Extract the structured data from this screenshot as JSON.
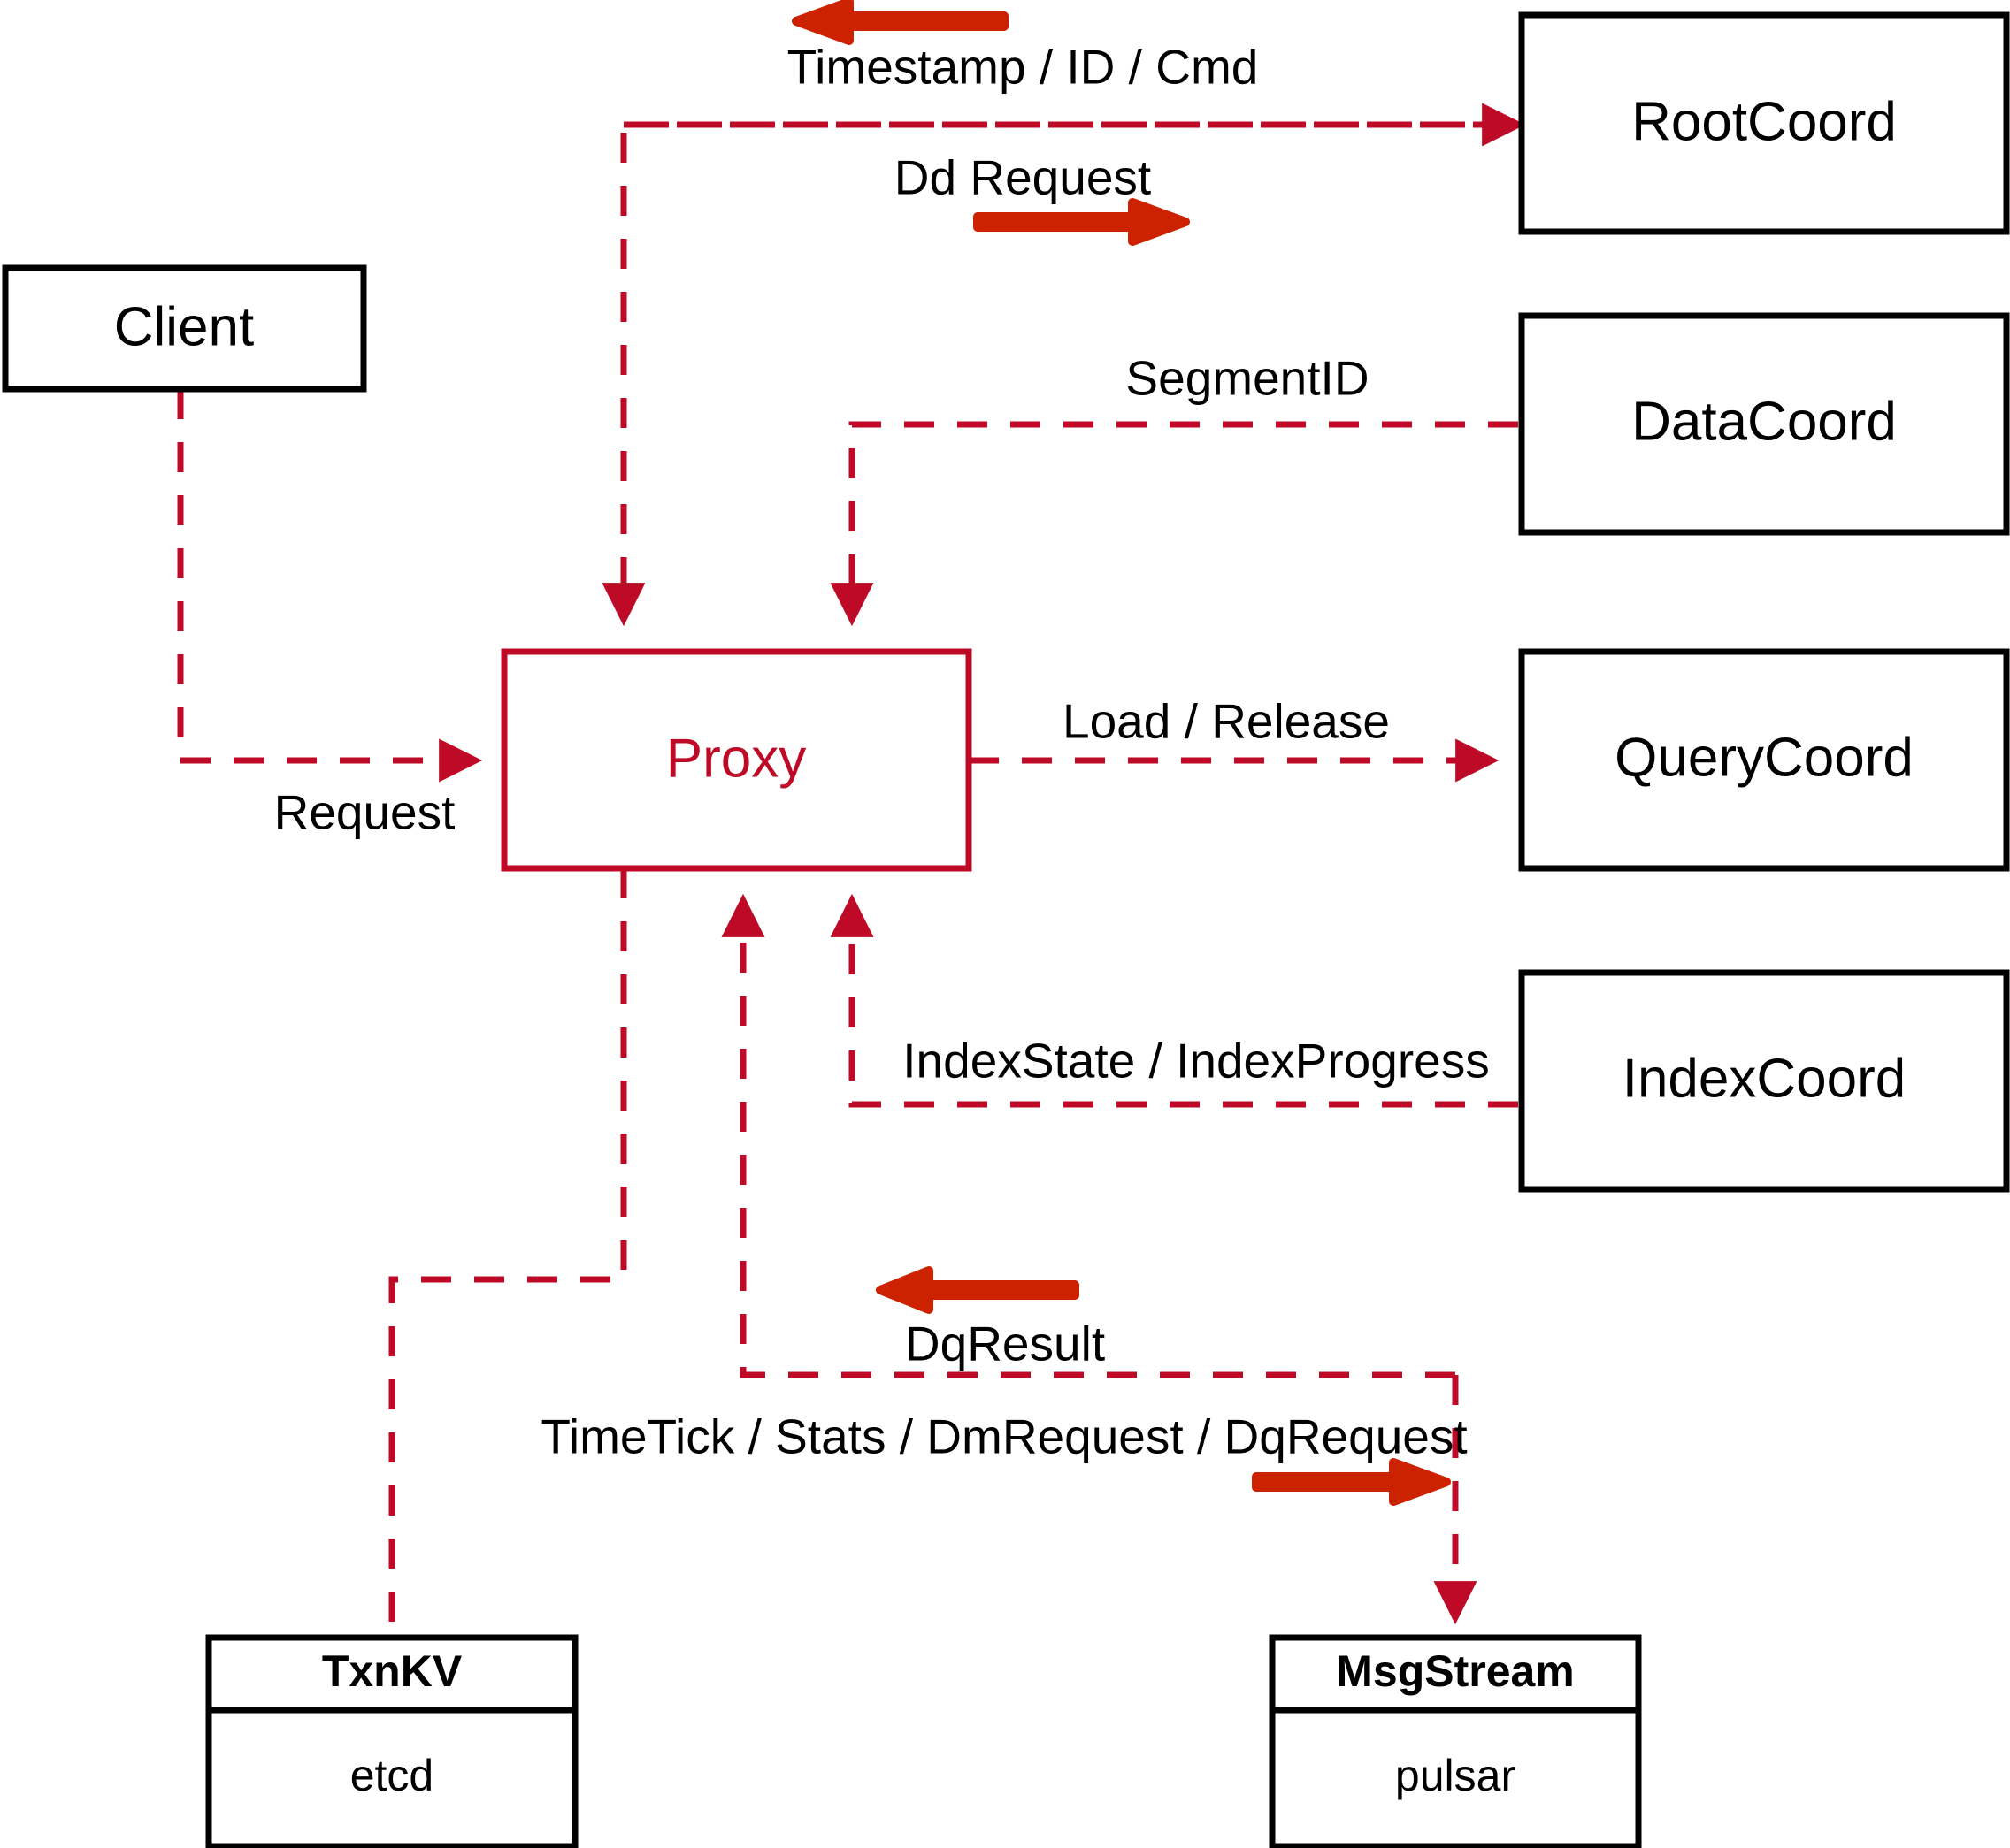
{
  "diagram": {
    "title": "Milvus Proxy interaction diagram",
    "colors": {
      "accent_red": "#BE0A26",
      "arrow_red": "#CC2200",
      "node_stroke": "#000000",
      "background": "#FFFFFF"
    },
    "nodes": [
      {
        "id": "client",
        "label": "Client",
        "sub": null,
        "style": "black"
      },
      {
        "id": "proxy",
        "label": "Proxy",
        "sub": null,
        "style": "red"
      },
      {
        "id": "rootcoord",
        "label": "RootCoord",
        "sub": null,
        "style": "black"
      },
      {
        "id": "datacoord",
        "label": "DataCoord",
        "sub": null,
        "style": "black"
      },
      {
        "id": "querycoord",
        "label": "QueryCoord",
        "sub": null,
        "style": "black"
      },
      {
        "id": "indexcoord",
        "label": "IndexCoord",
        "sub": null,
        "style": "black"
      },
      {
        "id": "txnkv",
        "label": "TxnKV",
        "sub": "etcd",
        "style": "black-split"
      },
      {
        "id": "msgstream",
        "label": "MsgStream",
        "sub": "pulsar",
        "style": "black-split"
      }
    ],
    "edges": [
      {
        "id": "timestamp-id-cmd",
        "label": "Timestamp / ID / Cmd",
        "from": "rootcoord",
        "to": "proxy",
        "direction": "left"
      },
      {
        "id": "dd-request",
        "label": "Dd Request",
        "from": "proxy",
        "to": "rootcoord",
        "direction": "right"
      },
      {
        "id": "segmentid",
        "label": "SegmentID",
        "from": "datacoord",
        "to": "proxy",
        "direction": "left"
      },
      {
        "id": "load-release",
        "label": "Load / Release",
        "from": "proxy",
        "to": "querycoord",
        "direction": "right"
      },
      {
        "id": "indexstate-progress",
        "label": "IndexState / IndexProgress",
        "from": "indexcoord",
        "to": "proxy",
        "direction": "left"
      },
      {
        "id": "request",
        "label": "Request",
        "from": "client",
        "to": "proxy",
        "direction": "right"
      },
      {
        "id": "dqresult",
        "label": "DqResult",
        "from": "msgstream",
        "to": "proxy",
        "direction": "left"
      },
      {
        "id": "timetick-stats",
        "label": "TimeTick / Stats / DmRequest / DqRequest",
        "from": "proxy",
        "to": "msgstream",
        "direction": "right"
      },
      {
        "id": "proxy-txnkv",
        "label": "",
        "from": "proxy",
        "to": "txnkv",
        "direction": "down"
      }
    ]
  }
}
